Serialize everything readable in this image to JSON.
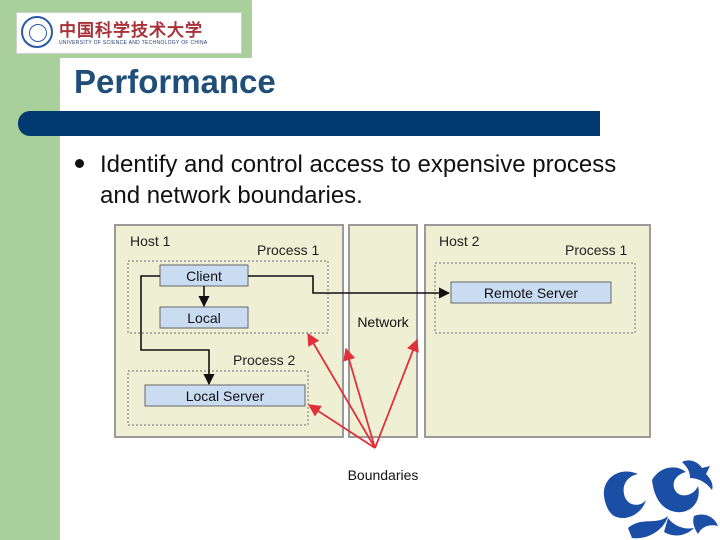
{
  "logo": {
    "name_cn": "中国科学技术大学",
    "name_en": "UNIVERSITY OF SCIENCE AND TECHNOLOGY OF CHINA"
  },
  "slide": {
    "title": "Performance",
    "bullets": [
      {
        "text": "Identify and control access to expensive process and network boundaries."
      }
    ]
  },
  "diagram": {
    "host1": "Host 1",
    "host1_process": "Process 1",
    "client": "Client",
    "local": "Local",
    "process2": "Process 2",
    "local_server": "Local Server",
    "network": "Network",
    "host2": "Host 2",
    "host2_process": "Process 1",
    "remote_server": "Remote Server",
    "boundaries": "Boundaries"
  },
  "colors": {
    "band": "#a9cf9a",
    "title": "#1f4e79",
    "title_bar": "#003a70",
    "box_fill": "#c9dcf2",
    "panel": "#efefd4",
    "arrow_red": "#e0303a",
    "mascot": "#1a4fa5"
  }
}
